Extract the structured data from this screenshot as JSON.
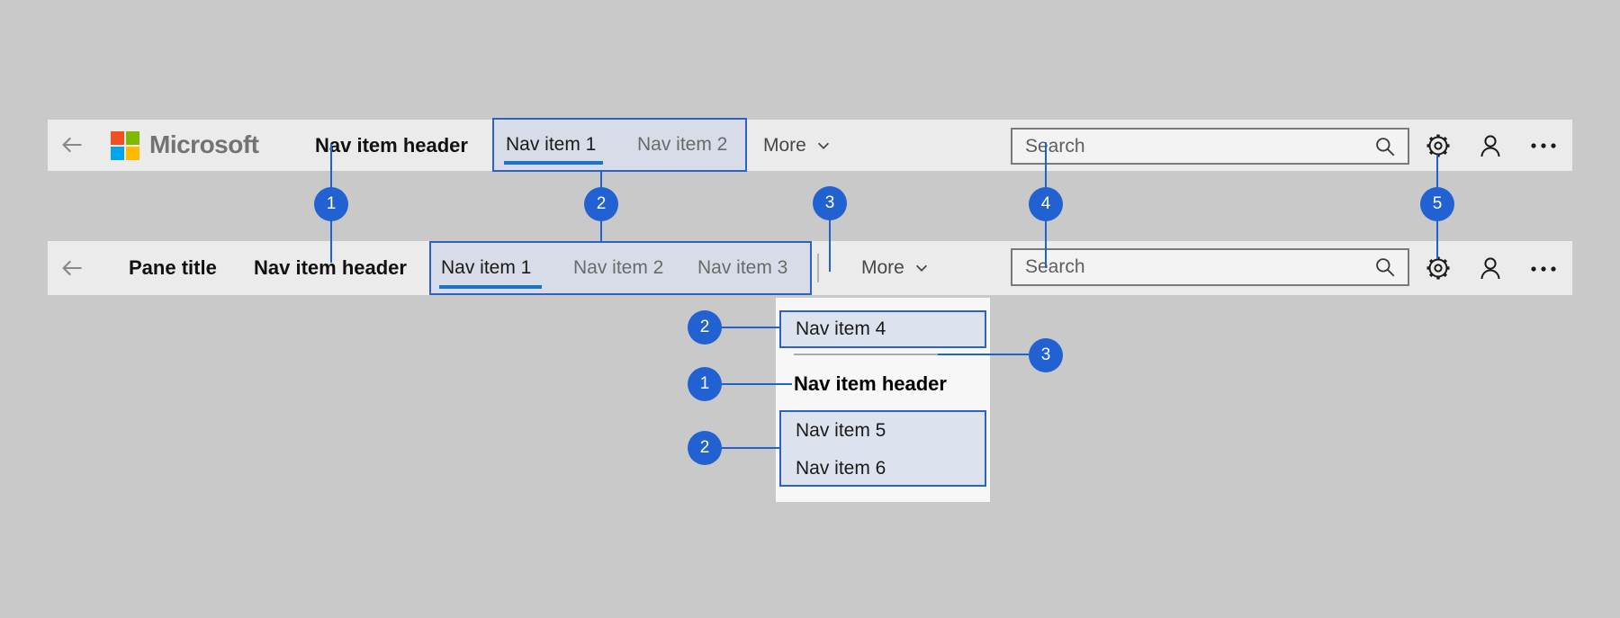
{
  "colors": {
    "callout_blue": "#2161d2",
    "box_border_blue": "#2c61c5",
    "underline_blue": "#1674d2",
    "logo_red": "#f25022",
    "logo_green": "#7fba00",
    "logo_blue": "#00a4ef",
    "logo_yellow": "#ffb900"
  },
  "top_bar": {
    "logo_text": "Microsoft",
    "nav_item_header": "Nav item header",
    "nav_items": [
      "Nav item 1",
      "Nav item 2"
    ],
    "more_label": "More",
    "search_placeholder": "Search"
  },
  "second_bar": {
    "pane_title": "Pane title",
    "nav_item_header": "Nav item header",
    "nav_items": [
      "Nav item 1",
      "Nav item 2",
      "Nav item 3"
    ],
    "more_label": "More",
    "search_placeholder": "Search"
  },
  "overflow_menu": {
    "item_4": "Nav item 4",
    "header": "Nav item header",
    "item_5": "Nav item 5",
    "item_6": "Nav item 6"
  },
  "callouts": {
    "row": [
      "1",
      "2",
      "3",
      "4",
      "5"
    ],
    "menu_item4_badge": "2",
    "menu_divider_badge": "3",
    "menu_header_badge": "1",
    "menu_items_badge": "2"
  }
}
